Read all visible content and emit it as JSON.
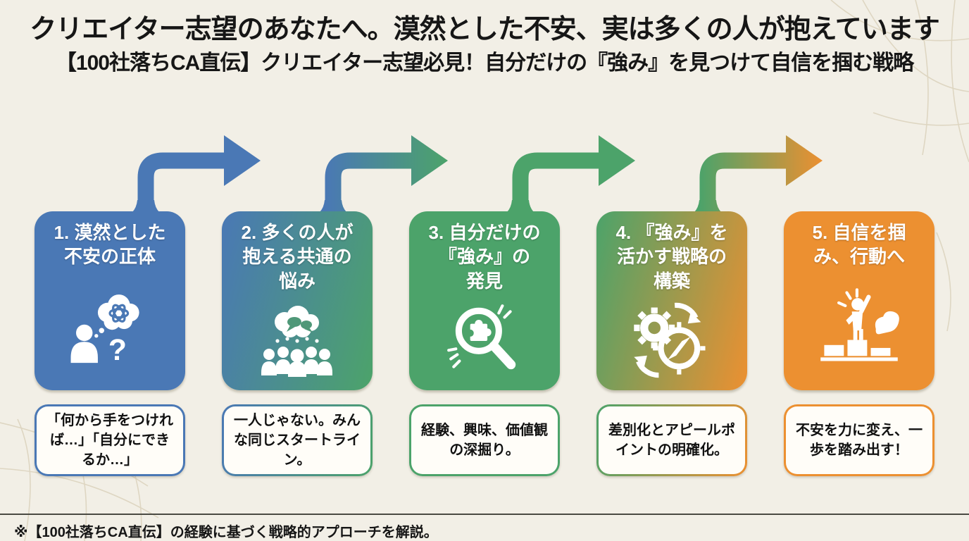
{
  "page": {
    "background_color": "#f2efe6",
    "text_color": "#161616"
  },
  "header": {
    "title": "クリエイター志望のあなたへ。漠然とした不安、実は多くの人が抱えています",
    "subtitle": "【100社落ちCA直伝】クリエイター志望必見！自分だけの『強み』を見つけて自信を掴む戦略"
  },
  "colors": {
    "blue": "#4a78b5",
    "green": "#4ca36a",
    "orange": "#ec9031",
    "background": "#f2efe6"
  },
  "steps": [
    {
      "title": "1. 漠然とした\n不安の正体",
      "caption": "「何から手をつければ…」「自分にできるか…」",
      "icon": "thinking-person-icon",
      "icon_accent": "#4a78b5",
      "color_from": "#4a78b5",
      "color_to": "#4a78b5"
    },
    {
      "title": "2. 多くの人が\n抱える共通の\n悩み",
      "caption": "一人じゃない。みんな同じスタートライン。",
      "icon": "shared-worries-icon",
      "icon_accent": "#4f9878",
      "color_from": "#4a78b5",
      "color_to": "#4ca36a"
    },
    {
      "title": "3. 自分だけの\n『強み』の\n発見",
      "caption": "経験、興味、価値観の深掘り。",
      "icon": "strength-discovery-icon",
      "icon_accent": "#4ca36a",
      "color_from": "#4ca36a",
      "color_to": "#4ca36a"
    },
    {
      "title": "4. 『強み』を\n活かす戦略の\n構築",
      "caption": "差別化とアピールポイントの明確化。",
      "icon": "strategy-gear-compass-icon",
      "icon_accent": "#8aa050",
      "color_from": "#4ca36a",
      "color_to": "#ec9031"
    },
    {
      "title": "5. 自信を掴\nみ、行動へ",
      "caption": "不安を力に変え、一歩を踏み出す！",
      "icon": "confidence-podium-icon",
      "icon_accent": "#ec9031",
      "color_from": "#ec9031",
      "color_to": "#ec9031"
    }
  ],
  "arrows": [
    {
      "from": "#4a78b5",
      "to": "#4a78b5"
    },
    {
      "from": "#4a78b5",
      "to": "#4ca36a"
    },
    {
      "from": "#4ca36a",
      "to": "#4ca36a"
    },
    {
      "from": "#4ca36a",
      "to": "#ec9031"
    }
  ],
  "footer": {
    "note": "※【100社落ちCA直伝】の経験に基づく戦略的アプローチを解説。"
  }
}
